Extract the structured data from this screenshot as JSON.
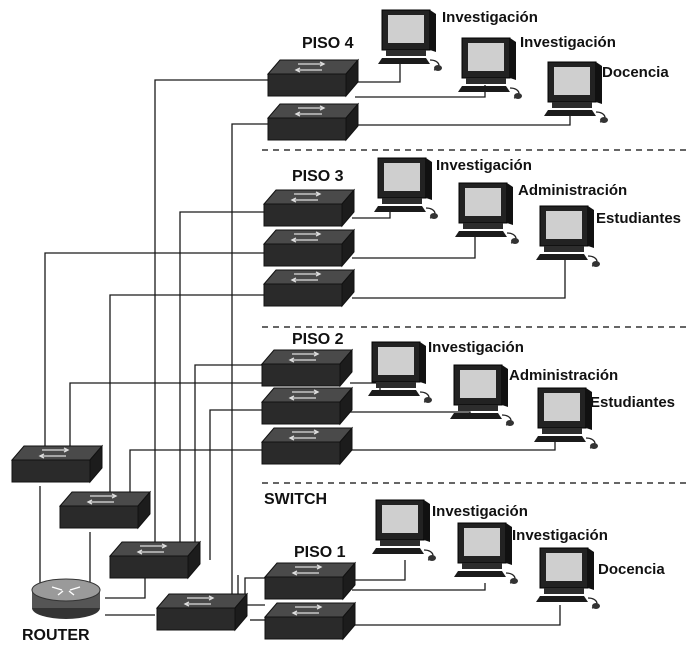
{
  "floors": {
    "piso4": {
      "label": "PISO 4",
      "pcs": [
        "Investigación",
        "Investigación",
        "Docencia"
      ]
    },
    "piso3": {
      "label": "PISO 3",
      "pcs": [
        "Investigación",
        "Administración",
        "Estudiantes"
      ]
    },
    "piso2": {
      "label": "PISO 2",
      "pcs": [
        "Investigación",
        "Administración",
        "Estudiantes"
      ]
    },
    "piso1": {
      "label": "PISO 1",
      "pcs": [
        "Investigación",
        "Investigación",
        "Docencia"
      ]
    }
  },
  "switch_label": "SWITCH",
  "router_label": "ROUTER"
}
